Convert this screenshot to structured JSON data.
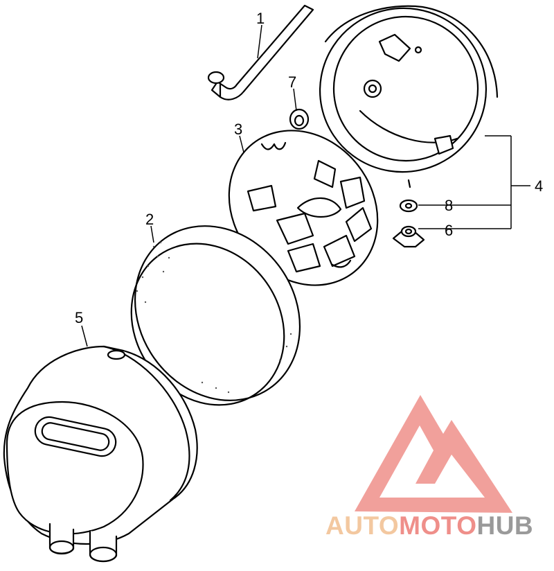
{
  "diagram": {
    "callouts": [
      "1",
      "2",
      "3",
      "4",
      "5",
      "6",
      "7",
      "8"
    ]
  },
  "watermark": {
    "part1": "AUTO",
    "part2": "MOTO",
    "part3": "HUB",
    "colors": {
      "part1": "#f3c8a0",
      "part2": "#ef8f8a",
      "part3": "#9a9a9a",
      "logo": "#ef8f8a"
    }
  }
}
